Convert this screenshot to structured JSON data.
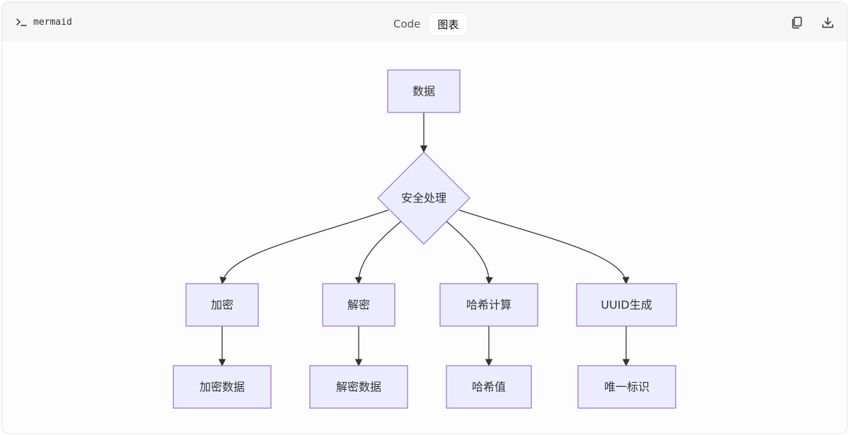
{
  "toolbar": {
    "language": "mermaid",
    "language_icon": "terminal-prompt-icon",
    "tabs": [
      {
        "label": "Code",
        "active": false
      },
      {
        "label": "图表",
        "active": true
      }
    ],
    "copy_icon": "copy-icon",
    "download_icon": "download-icon"
  },
  "diagram": {
    "colors": {
      "node_fill": "#ececff",
      "node_stroke": "#9370db",
      "edge": "#333333",
      "text": "#333333"
    },
    "nodes": [
      {
        "id": "data",
        "label": "数据",
        "shape": "rect"
      },
      {
        "id": "security",
        "label": "安全处理",
        "shape": "diamond"
      },
      {
        "id": "encrypt",
        "label": "加密",
        "shape": "rect"
      },
      {
        "id": "decrypt",
        "label": "解密",
        "shape": "rect"
      },
      {
        "id": "hash",
        "label": "哈希计算",
        "shape": "rect"
      },
      {
        "id": "uuid",
        "label": "UUID生成",
        "shape": "rect"
      },
      {
        "id": "encrypted",
        "label": "加密数据",
        "shape": "rect"
      },
      {
        "id": "decrypted",
        "label": "解密数据",
        "shape": "rect"
      },
      {
        "id": "hashvalue",
        "label": "哈希值",
        "shape": "rect"
      },
      {
        "id": "uniqueid",
        "label": "唯一标识",
        "shape": "rect"
      }
    ],
    "edges": [
      {
        "from": "data",
        "to": "security"
      },
      {
        "from": "security",
        "to": "encrypt"
      },
      {
        "from": "security",
        "to": "decrypt"
      },
      {
        "from": "security",
        "to": "hash"
      },
      {
        "from": "security",
        "to": "uuid"
      },
      {
        "from": "encrypt",
        "to": "encrypted"
      },
      {
        "from": "decrypt",
        "to": "decrypted"
      },
      {
        "from": "hash",
        "to": "hashvalue"
      },
      {
        "from": "uuid",
        "to": "uniqueid"
      }
    ]
  }
}
